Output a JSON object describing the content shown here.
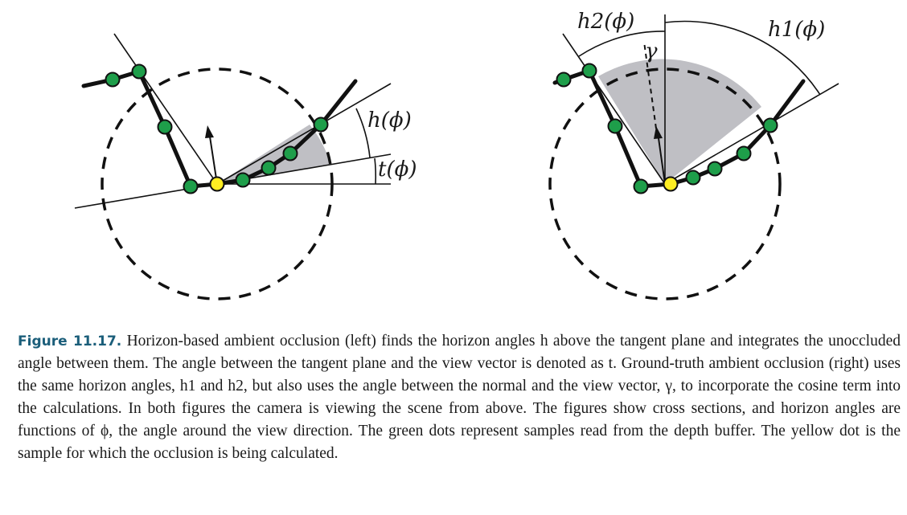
{
  "figure": {
    "label": "Figure 11.17.",
    "caption": "Horizon-based ambient occlusion (left) finds the horizon angles h above the tangent plane and integrates the unoccluded angle between them. The angle between the tangent plane and the view vector is denoted as t. Ground-truth ambient occlusion (right) uses the same horizon angles, h1 and h2, but also uses the angle between the normal and the view vector, γ, to incorporate the cosine term into the calculations. In both figures the camera is viewing the scene from above. The figures show cross sections, and horizon angles are functions of ϕ, the angle around the view direction. The green dots represent samples read from the depth buffer. The yellow dot is the sample for which the occlusion is being calculated."
  },
  "left_diagram": {
    "labels": {
      "h": "h(ϕ)",
      "t": "t(ϕ)"
    }
  },
  "right_diagram": {
    "labels": {
      "h1": "h1(ϕ)",
      "h2": "h2(ϕ)",
      "gamma": "γ"
    }
  },
  "colors": {
    "sample_dot": "#1e9e4a",
    "center_dot": "#ffee22",
    "occlusion_fill": "#bfbfc4",
    "caption_label": "#1b5e7a"
  }
}
